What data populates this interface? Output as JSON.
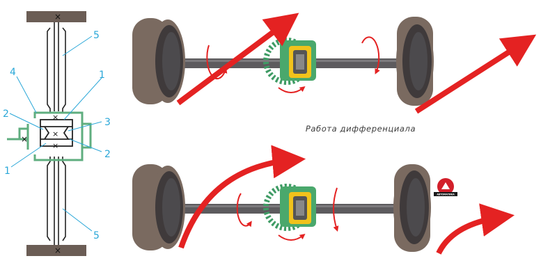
{
  "schematic": {
    "labels": {
      "top_gear": "5",
      "left_upper": "4",
      "right_upper": "1",
      "left_middle": "2",
      "right_middle": "3",
      "right_lower": "2",
      "left_lower": "1",
      "bottom_gear": "5"
    }
  },
  "caption": "Работа дифференциала",
  "logo": {
    "text": "АВТОМАТИКА"
  },
  "colors": {
    "tire": "#7a6a60",
    "tire_dark": "#3f3a3b",
    "hub": "#4c4a4d",
    "axle": "#5d5b5e",
    "housing": "#3e9b64",
    "gear_green": "#4aa86c",
    "gear_yellow": "#f1c21b",
    "arrow_red": "#e42222",
    "label_blue": "#2aa7d8",
    "schematic_green": "#5fae7f"
  },
  "icons": [
    "rotation-arrow-icon",
    "motion-arrow-icon",
    "differential-gear-icon",
    "logo-badge-icon"
  ]
}
